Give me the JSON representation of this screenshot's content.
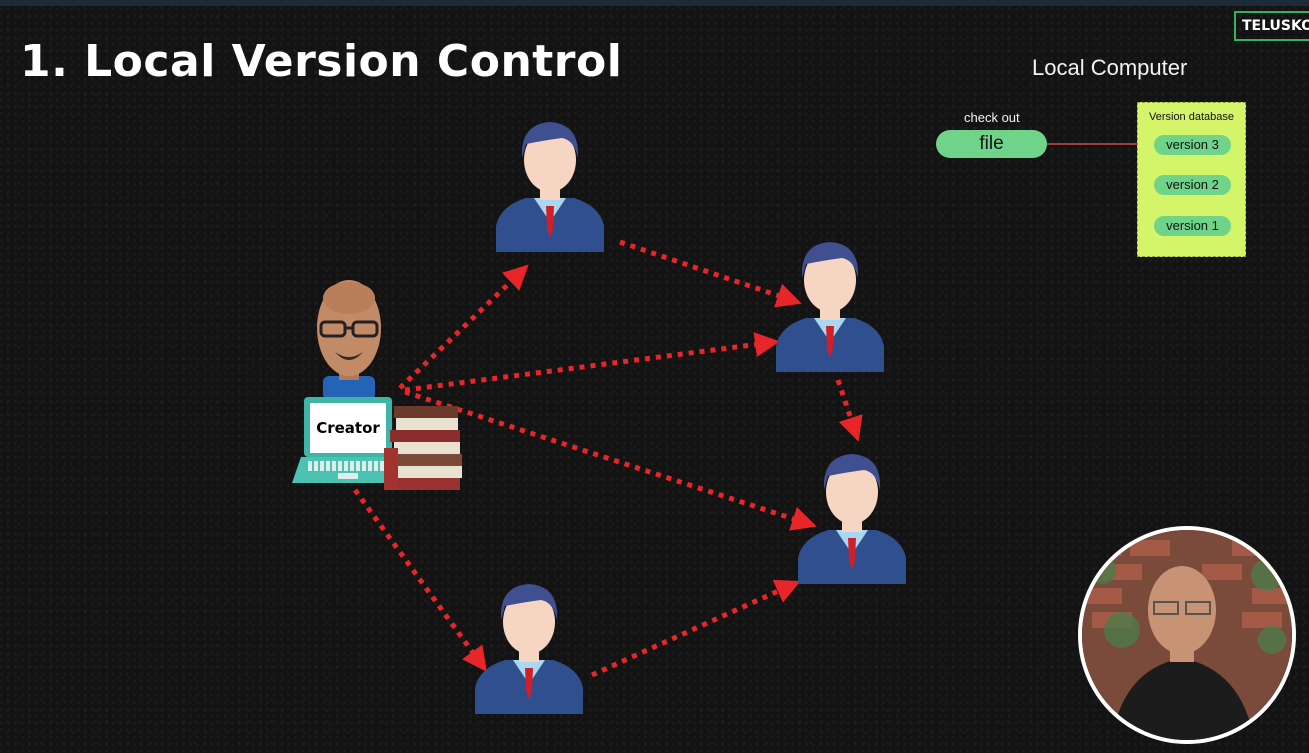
{
  "header": {
    "title": "1. Local Version Control",
    "brand": "TELUSKO"
  },
  "diagram": {
    "creator_label": "Creator",
    "people_count_label": ""
  },
  "local_computer": {
    "title": "Local Computer",
    "checkout_label": "check out",
    "file_label": "file",
    "database_title": "Version database",
    "versions": [
      "version 3",
      "version 2",
      "version 1"
    ]
  },
  "colors": {
    "arrow": "#e8262a",
    "suit": "#2f4f8e",
    "file_pill": "#6fd38a",
    "database_bg": "#d4f56a",
    "brand_border": "#2fb35e"
  },
  "icons": {
    "person": "person-avatar-icon",
    "laptop": "laptop-icon",
    "books": "books-icon"
  }
}
